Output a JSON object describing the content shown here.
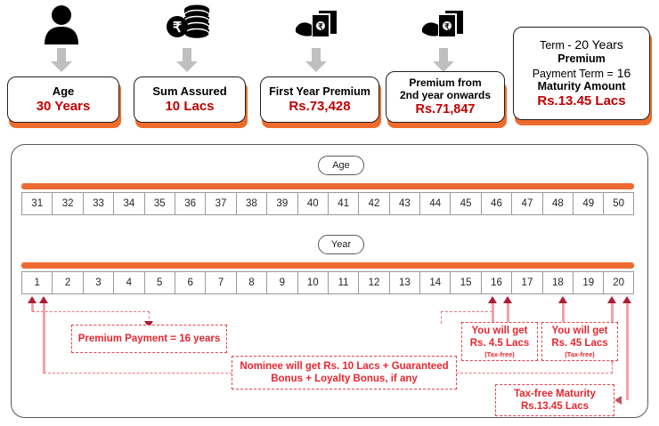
{
  "cards": [
    {
      "icon": "person-icon",
      "lines": [
        {
          "text": "Age",
          "color": "black"
        },
        {
          "text": "30 Years",
          "color": "red"
        }
      ]
    },
    {
      "icon": "rupee-coins-icon",
      "lines": [
        {
          "text": "Sum Assured",
          "color": "black"
        },
        {
          "text": "10 Lacs",
          "color": "red"
        }
      ]
    },
    {
      "icon": "cash-in-hand-icon",
      "lines": [
        {
          "text": "First Year Premium",
          "color": "black"
        },
        {
          "text": "Rs.73,428",
          "color": "red"
        }
      ]
    },
    {
      "icon": "cash-in-hand-icon",
      "lines": [
        {
          "text": "Premium from",
          "color": "black"
        },
        {
          "text": "2nd year onwards",
          "color": "black"
        },
        {
          "text": "Rs.71,847",
          "color": "red"
        }
      ]
    },
    {
      "icon": "none",
      "lines": [
        {
          "text": "Term  -",
          "color": "black",
          "suffix": "20 Years",
          "suffix_color": "red"
        },
        {
          "text": "Premium",
          "color": "black"
        },
        {
          "text": "Payment Term =",
          "color": "black",
          "suffix": "16",
          "suffix_color": "red"
        },
        {
          "text": "Maturity Amount",
          "color": "black"
        },
        {
          "text": "Rs.13.45 Lacs",
          "color": "red"
        }
      ]
    }
  ],
  "timeline": {
    "age_label": "Age",
    "year_label": "Year",
    "ages": [
      31,
      32,
      33,
      34,
      35,
      36,
      37,
      38,
      39,
      40,
      41,
      42,
      43,
      44,
      45,
      46,
      47,
      48,
      49,
      50
    ],
    "years": [
      1,
      2,
      3,
      4,
      5,
      6,
      7,
      8,
      9,
      10,
      11,
      12,
      13,
      14,
      15,
      16,
      17,
      18,
      19,
      20
    ]
  },
  "callouts": {
    "premium_payment": {
      "lines": [
        "Premium Payment = 16 years"
      ]
    },
    "nominee": {
      "lines": [
        "Nominee will get Rs. 10 Lacs + Guaranteed",
        "Bonus + Loyalty Bonus, if any"
      ]
    },
    "payout_16": {
      "lines": [
        "You will get",
        "Rs. 4.5 Lacs"
      ],
      "note": "(Tax-free)"
    },
    "payout_18": {
      "lines": [
        "You will get",
        "Rs. 45 Lacs"
      ],
      "note": "(Tax-free)"
    },
    "maturity": {
      "lines": [
        "Tax-free Maturity",
        "Rs.13.45 Lacs"
      ]
    }
  },
  "colors": {
    "orange": "#ee6a32",
    "red": "#c00000",
    "callout_red": "#e8272f",
    "black": "#000000",
    "gray_arrow": "#bfbfbf"
  }
}
